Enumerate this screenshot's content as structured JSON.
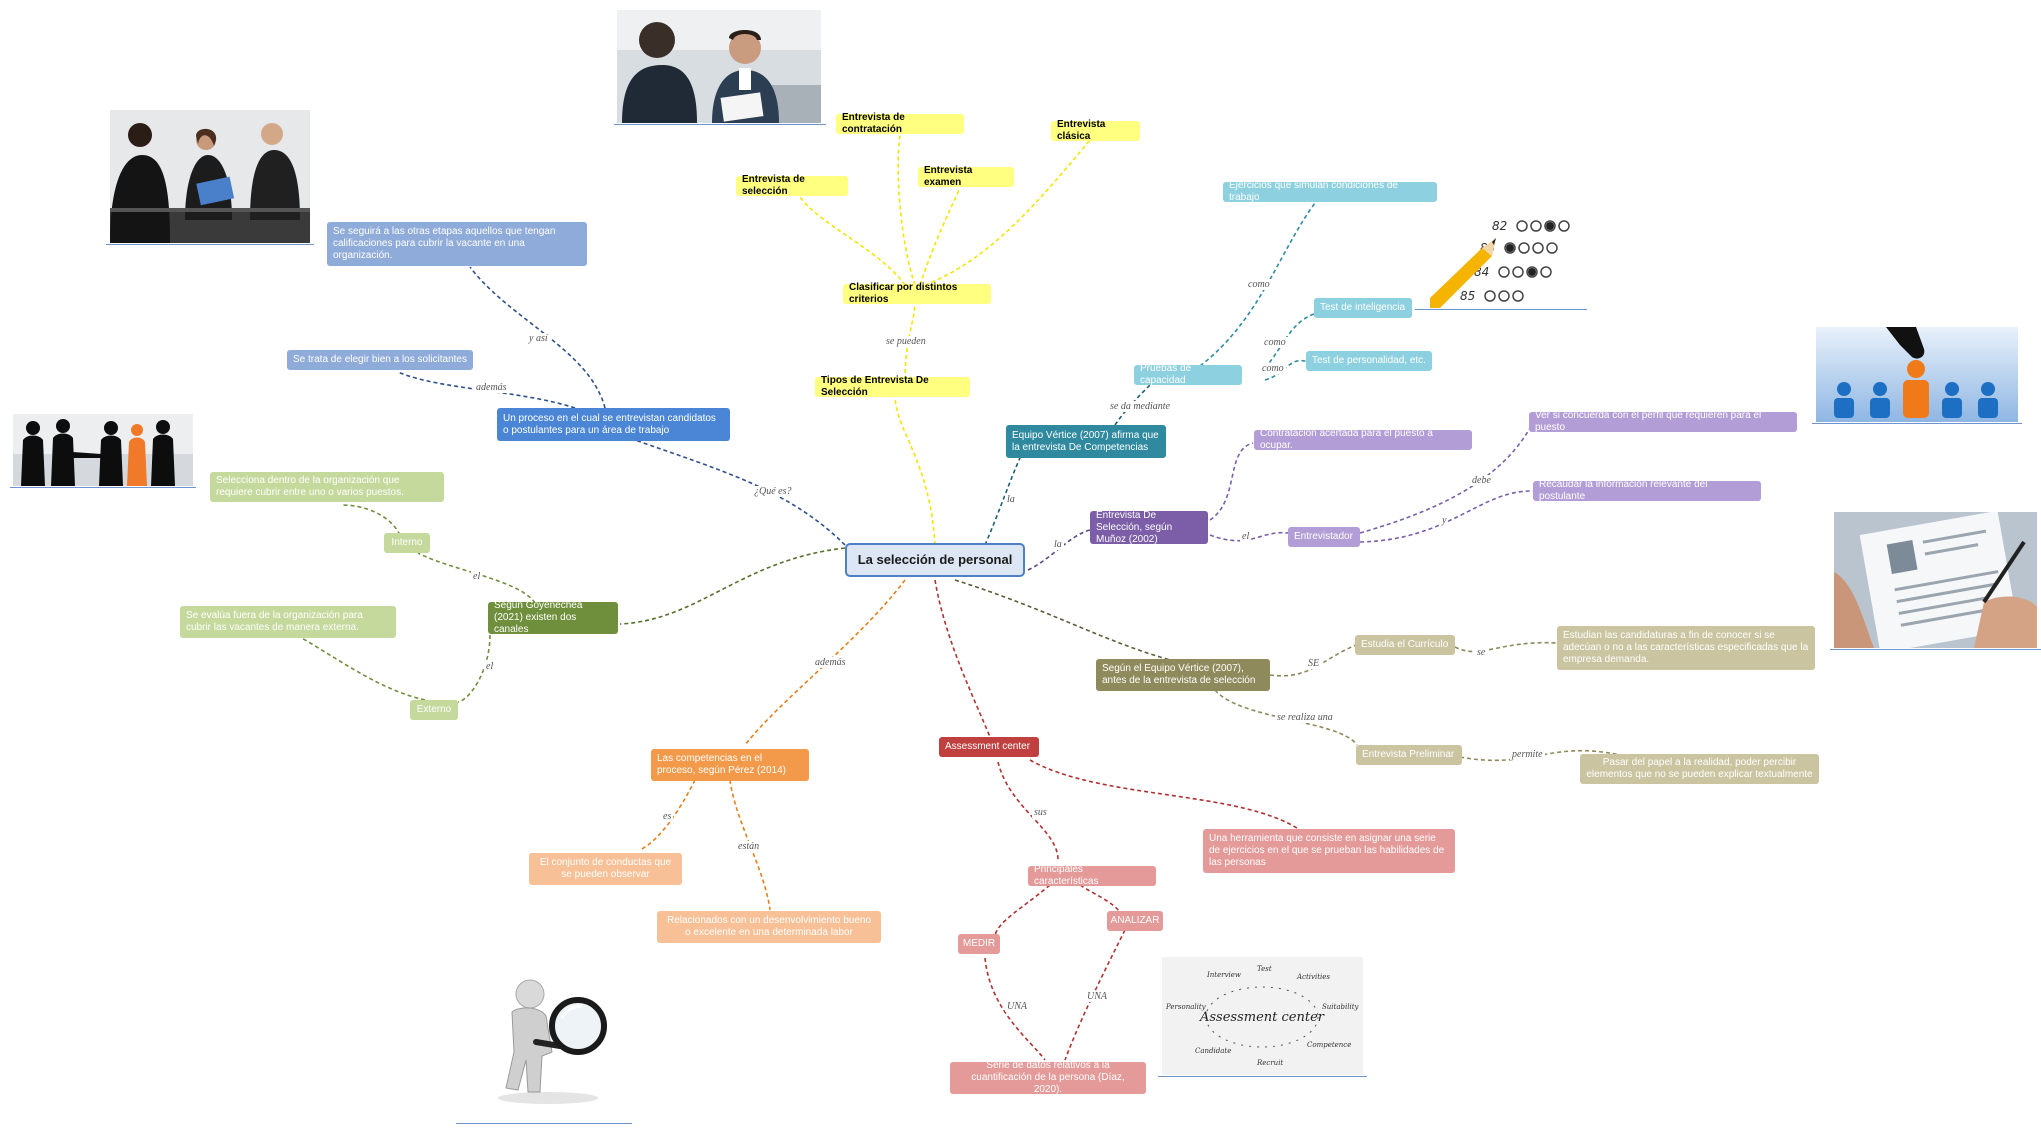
{
  "root": "La selección de personal",
  "colors": {
    "yellow": "#ffff80",
    "blue": "#4b86d6",
    "teal": "#2f8aa0",
    "purple": "#7b5ea7",
    "green": "#6f8f3c",
    "olive": "#8f8a5c",
    "orange": "#f39a4a",
    "red": "#c0403f"
  },
  "nodes": {
    "tipos": "Tipos de Entrevista De Selección",
    "clasificar": "Clasificar por distintos criterios",
    "contratacion": "Entrevista de contratación",
    "clasica": "Entrevista clásica",
    "examen": "Entrevista examen",
    "seleccion": "Entrevista de selección",
    "proceso": "Un proceso en el cual se entrevistan candidatos o postulantes para un área de trabajo",
    "seguira": "Se seguirá a las otras etapas aquellos que tengan calificaciones para cubrir la vacante en una organización.",
    "elegir": "Se trata de elegir bien a los solicitantes",
    "vertice_comp": "Equipo Vértice (2007) afirma que la entrevista De Competencias",
    "pruebas": "Pruebas de capacidad",
    "ejercicios": "Ejercicios que simulan condiciones de trabajo",
    "test_int": "Test de inteligencia",
    "test_pers": "Test de personalidad, etc.",
    "munoz": "Entrevista De Selección, según Muñoz (2002)",
    "contratacion_acertada": "Contratación acertada para el puesto a ocupar.",
    "entrevistador": "Entrevistador",
    "ver_si": "Ver si concuerda con el perfil que requieren para el puesto",
    "recaudar": "Recaudar la información relevante del postulante",
    "goyenechea": "Según Goyenechea (2021) existen dos canales",
    "interno": "Interno",
    "interno_desc": "Selecciona dentro de la organización que requiere cubrir entre uno o varios puestos.",
    "externo": "Externo",
    "externo_desc": "Se evalúa fuera de la organización para cubrir las vacantes de manera externa.",
    "vertice_antes": "Según el Equipo Vértice (2007), antes de la entrevista de selección",
    "curriculo": "Estudia el Currículo",
    "estudian": "Estudian las candidaturas a fin de conocer si se adecúan o no a las características especificadas que la empresa demanda.",
    "preliminar": "Entrevista Preliminar",
    "pasar": "Pasar del papel a la realidad, poder percibir elementos que no se pueden explicar textualmente",
    "competencias": "Las competencias en el proceso, según Pérez (2014)",
    "conjunto": "El conjunto de conductas que se pueden observar",
    "relacionados": "Relacionados con un desenvolvimiento bueno o excelente en una determinada labor",
    "assessment": "Assessment center",
    "herramienta": "Una herramienta que consiste en asignar una serie de ejercicios en el que se prueban las habilidades de las personas",
    "principales": "Principales características",
    "medir": "MEDIR",
    "analizar": "ANALIZAR",
    "serie": "Serie de datos relativos a la cuantificación de la persona (Díaz, 2020)."
  },
  "labels": {
    "se_pueden": "se pueden",
    "que_es": "¿Qué es?",
    "y_asi": "y así",
    "ademas1": "además",
    "la1": "la",
    "se_da": "se da mediante",
    "como1": "como",
    "como2": "como",
    "como3": "como",
    "la2": "la",
    "el1": "el",
    "debe": "debe",
    "y": "y",
    "el2": "el",
    "el3": "el",
    "se": "SE",
    "se2": "se",
    "se_realiza": "se realiza una",
    "permite": "permite",
    "ademas2": "además",
    "es": "es",
    "estan": "están",
    "sus": "sus",
    "una1": "UNA",
    "una2": "UNA"
  },
  "assessment_image": {
    "title": "Assessment center",
    "words": [
      "Interview",
      "Test",
      "Activities",
      "Personality",
      "Suitability",
      "Candidate",
      "Competence",
      "Recruit"
    ]
  },
  "test_sheet": {
    "numbers": [
      "82",
      "83",
      "84",
      "85"
    ]
  },
  "icons": [
    "photo-interview-pair",
    "photo-interview-group",
    "photo-handshake-silhouettes",
    "test-sheet-pencil",
    "candidate-selection-icon",
    "resume-review-photo",
    "magnifier-figure-icon",
    "assessment-center-sketch"
  ]
}
